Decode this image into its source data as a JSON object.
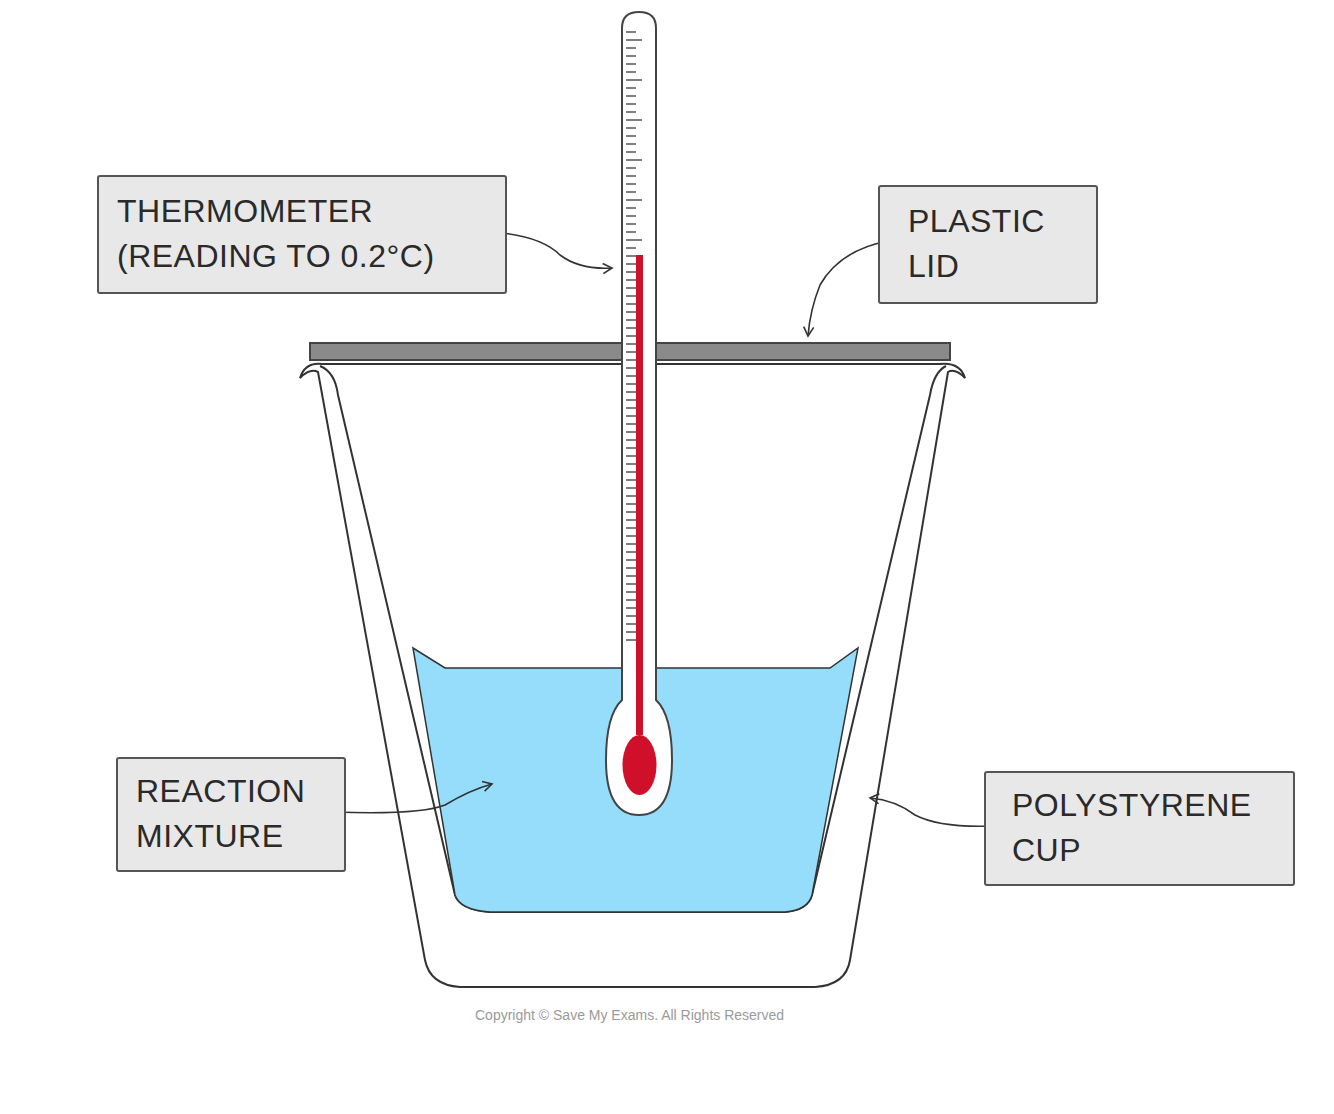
{
  "diagram": {
    "nodes": [
      {
        "text": [
          "THERMOMETER (READING TO 0.2°C)"
        ]
      },
      {
        "text": [
          "PLASTIC LID"
        ]
      },
      {
        "text": [
          "REACTION MIXTURE"
        ]
      },
      {
        "text": [
          "POLYSTYRENE CUP"
        ]
      }
    ],
    "labels": [
      "Copyright © Save My Exams. All Rights Reserved"
    ]
  }
}
